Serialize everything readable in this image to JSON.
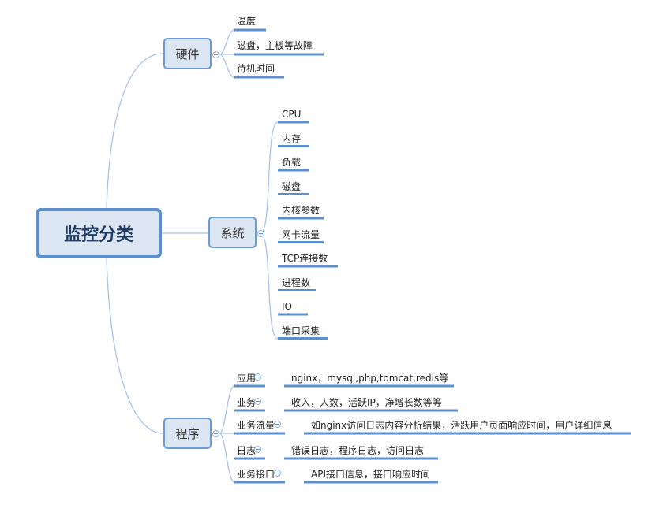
{
  "root": "监控分类",
  "branches": [
    {
      "label": "硬件",
      "children": [
        "温度",
        "磁盘，主板等故障",
        "待机时间"
      ]
    },
    {
      "label": "系统",
      "children": [
        "CPU",
        "内存",
        "负载",
        "磁盘",
        "内核参数",
        "网卡流量",
        "TCP连接数",
        "进程数",
        "IO",
        "端口采集"
      ]
    },
    {
      "label": "程序",
      "children": [
        {
          "label": "应用",
          "detail": "nginx，mysql,php,tomcat,redis等"
        },
        {
          "label": "业务",
          "detail": "收入，人数，活跃IP，净增长数等等"
        },
        {
          "label": "业务流量",
          "detail": "如nginx访问日志内容分析结果，活跃用户页面响应时间，用户详细信息"
        },
        {
          "label": "日志",
          "detail": "错误日志，程序日志，访问日志"
        },
        {
          "label": "业务接口",
          "detail": "API接口信息，接口响应时间"
        }
      ]
    }
  ],
  "colors": {
    "line": "#5b8fd0",
    "connector": "#a8c3e8",
    "fill": "#dce6f2"
  }
}
